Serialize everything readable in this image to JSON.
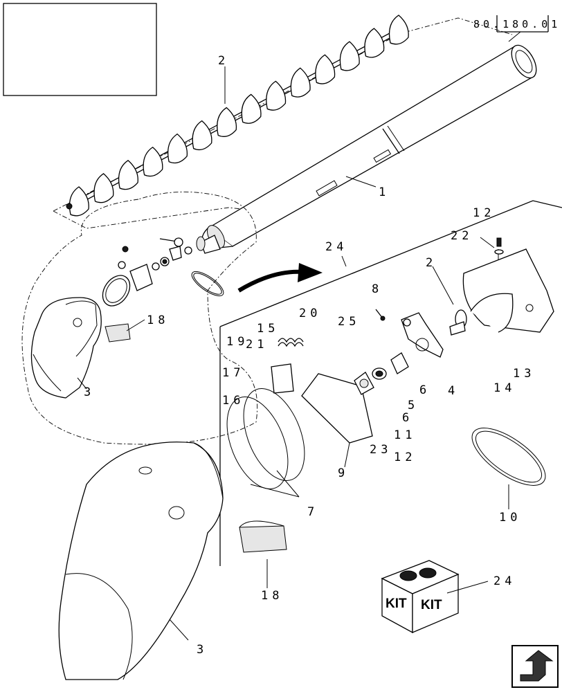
{
  "reference": "80.180.01",
  "callouts": {
    "auger_top": "2",
    "tube": "1",
    "end_cover_left": "3",
    "shield_left": "18",
    "kit_box_label": "24",
    "detail_bolt_top": "12",
    "detail_washer_top": "22",
    "detail_auger": "2",
    "pin": "8",
    "spring": "20",
    "bracket_25": "25",
    "part_15": "15",
    "part_19": "19",
    "part_21": "21",
    "part_17": "17",
    "part_16": "16",
    "mount_arm": "4",
    "bearing": "6",
    "bearing_flange": "5",
    "flange_plate": "6",
    "part_23": "23",
    "part_11": "11",
    "bolt_12_low": "12",
    "pan": "9",
    "bands": "7",
    "washer_14": "14",
    "bolt_13": "13",
    "snap_ring": "10",
    "end_cover_large": "3",
    "shield_large": "18",
    "kit_callout": "24"
  },
  "kit_box": {
    "face_left": "KIT",
    "face_right": "KIT"
  },
  "nav_icon": "next-page-arrow-icon"
}
